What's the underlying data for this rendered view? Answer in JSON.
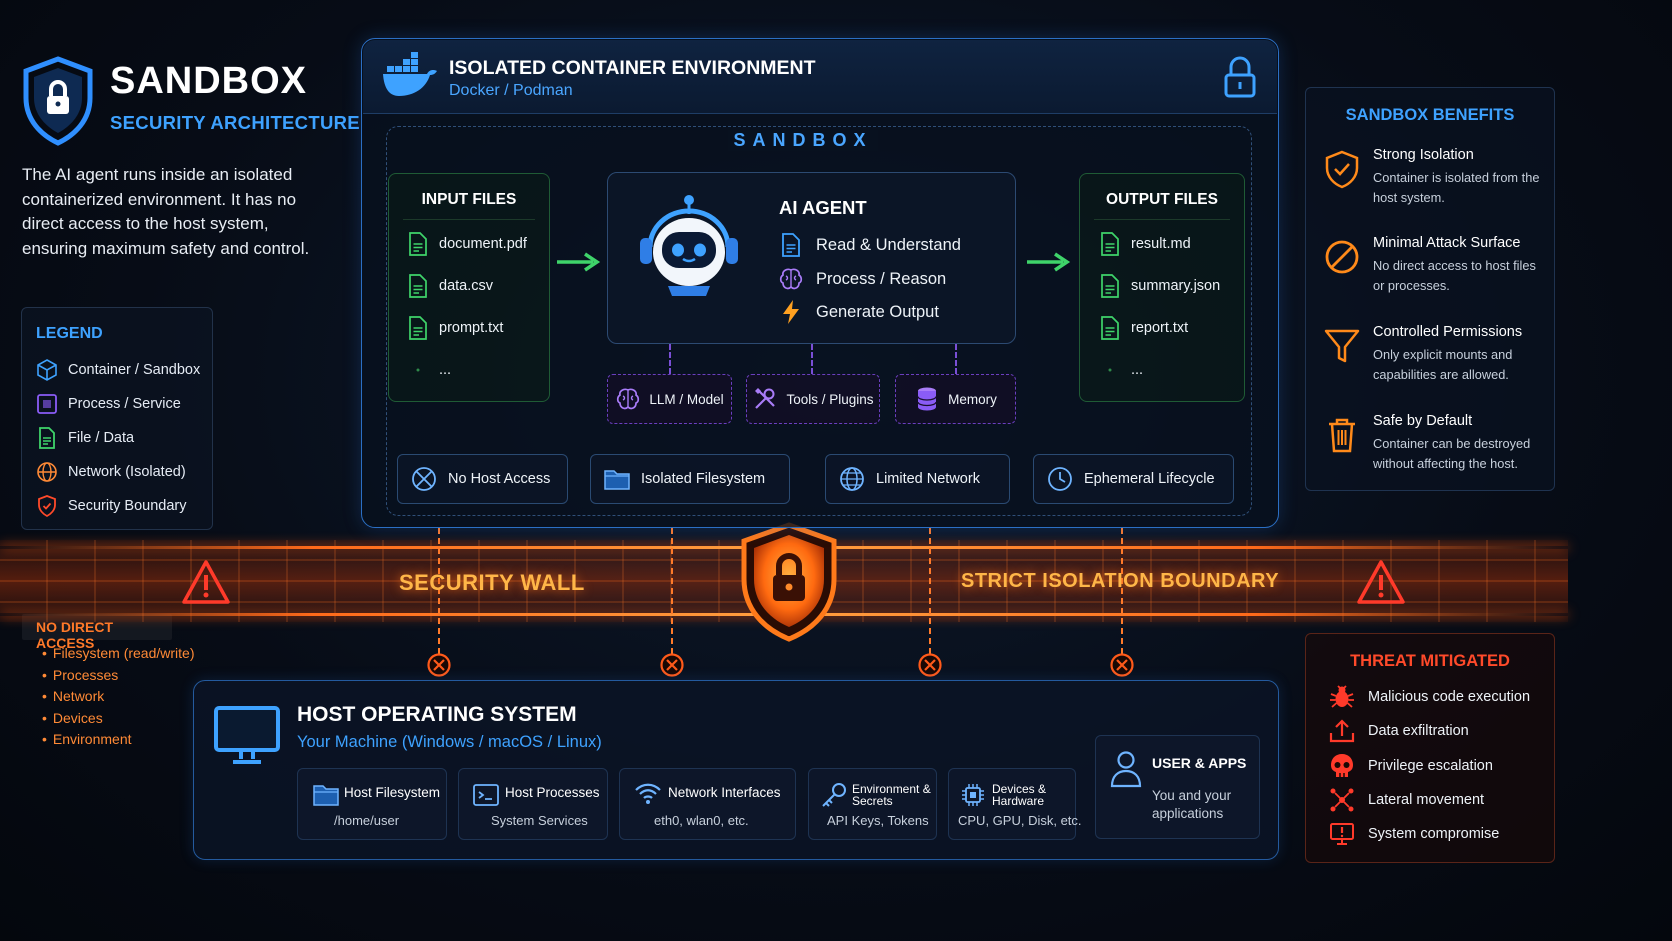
{
  "brand": {
    "title": "SANDBOX",
    "subtitle": "SECURITY ARCHITECTURE",
    "description": "The AI agent runs inside an isolated containerized environment. It has no direct access to the host system, ensuring maximum safety and control."
  },
  "legend": {
    "title": "LEGEND",
    "items": [
      {
        "label": "Container / Sandbox",
        "icon": "cube-icon"
      },
      {
        "label": "Process / Service",
        "icon": "chip-icon"
      },
      {
        "label": "File / Data",
        "icon": "file-icon"
      },
      {
        "label": "Network (Isolated)",
        "icon": "network-icon"
      },
      {
        "label": "Security Boundary",
        "icon": "shield-icon"
      }
    ]
  },
  "no_direct_access": {
    "title": "NO DIRECT ACCESS",
    "items": [
      "Filesystem (read/write)",
      "Processes",
      "Network",
      "Devices",
      "Environment"
    ]
  },
  "container": {
    "title": "ISOLATED CONTAINER ENVIRONMENT",
    "subtitle": "Docker / Podman",
    "sandbox_label": "SANDBOX",
    "input_files": {
      "title": "INPUT FILES",
      "files": [
        "document.pdf",
        "data.csv",
        "prompt.txt",
        "..."
      ]
    },
    "output_files": {
      "title": "OUTPUT FILES",
      "files": [
        "result.md",
        "summary.json",
        "report.txt",
        "..."
      ]
    },
    "agent": {
      "title": "AI AGENT",
      "steps": [
        {
          "label": "Read & Understand",
          "icon": "document-icon"
        },
        {
          "label": "Process / Reason",
          "icon": "brain-icon"
        },
        {
          "label": "Generate Output",
          "icon": "lightning-icon"
        }
      ]
    },
    "tools": [
      {
        "label": "LLM / Model",
        "icon": "brain-icon"
      },
      {
        "label": "Tools / Plugins",
        "icon": "tools-icon"
      },
      {
        "label": "Memory",
        "icon": "database-icon"
      }
    ],
    "features": [
      {
        "label": "No Host Access",
        "icon": "no-access-icon"
      },
      {
        "label": "Isolated Filesystem",
        "icon": "folder-icon"
      },
      {
        "label": "Limited Network",
        "icon": "globe-icon"
      },
      {
        "label": "Ephemeral Lifecycle",
        "icon": "clock-icon"
      }
    ]
  },
  "benefits": {
    "title": "SANDBOX BENEFITS",
    "items": [
      {
        "title": "Strong Isolation",
        "desc": "Container is isolated from the host system.",
        "icon": "shield-check-icon"
      },
      {
        "title": "Minimal Attack Surface",
        "desc": "No direct access to host files or processes.",
        "icon": "prohibited-icon"
      },
      {
        "title": "Controlled Permissions",
        "desc": "Only explicit mounts and capabilities are allowed.",
        "icon": "filter-icon"
      },
      {
        "title": "Safe by Default",
        "desc": "Container can be destroyed without affecting the host.",
        "icon": "trash-icon"
      }
    ]
  },
  "wall": {
    "left_text": "SECURITY WALL",
    "right_text": "STRICT ISOLATION BOUNDARY"
  },
  "threats": {
    "title": "THREAT MITIGATED",
    "items": [
      {
        "label": "Malicious code execution",
        "icon": "bug-icon"
      },
      {
        "label": "Data exfiltration",
        "icon": "upload-icon"
      },
      {
        "label": "Privilege escalation",
        "icon": "skull-icon"
      },
      {
        "label": "Lateral movement",
        "icon": "lateral-icon"
      },
      {
        "label": "System compromise",
        "icon": "compromised-screen-icon"
      }
    ]
  },
  "host": {
    "title": "HOST OPERATING SYSTEM",
    "subtitle": "Your Machine (Windows / macOS / Linux)",
    "cards": [
      {
        "title": "Host Filesystem",
        "desc": "/home/user",
        "icon": "folder-icon"
      },
      {
        "title": "Host Processes",
        "desc": "System Services",
        "icon": "terminal-icon"
      },
      {
        "title": "Network Interfaces",
        "desc": "eth0, wlan0, etc.",
        "icon": "wifi-icon"
      },
      {
        "title": "Environment & Secrets",
        "desc": "API Keys, Tokens",
        "icon": "key-icon"
      },
      {
        "title": "Devices & Hardware",
        "desc": "CPU, GPU, Disk, etc.",
        "icon": "chip-icon"
      }
    ],
    "user": {
      "title": "USER & APPS",
      "desc": "You and your applications",
      "icon": "user-icon"
    }
  },
  "colors": {
    "accent_blue": "#3ea2ff",
    "file_green": "#3fd46a",
    "process_purple": "#8a5cf6",
    "boundary_orange": "#ff6a1a",
    "background": "#070c16"
  }
}
